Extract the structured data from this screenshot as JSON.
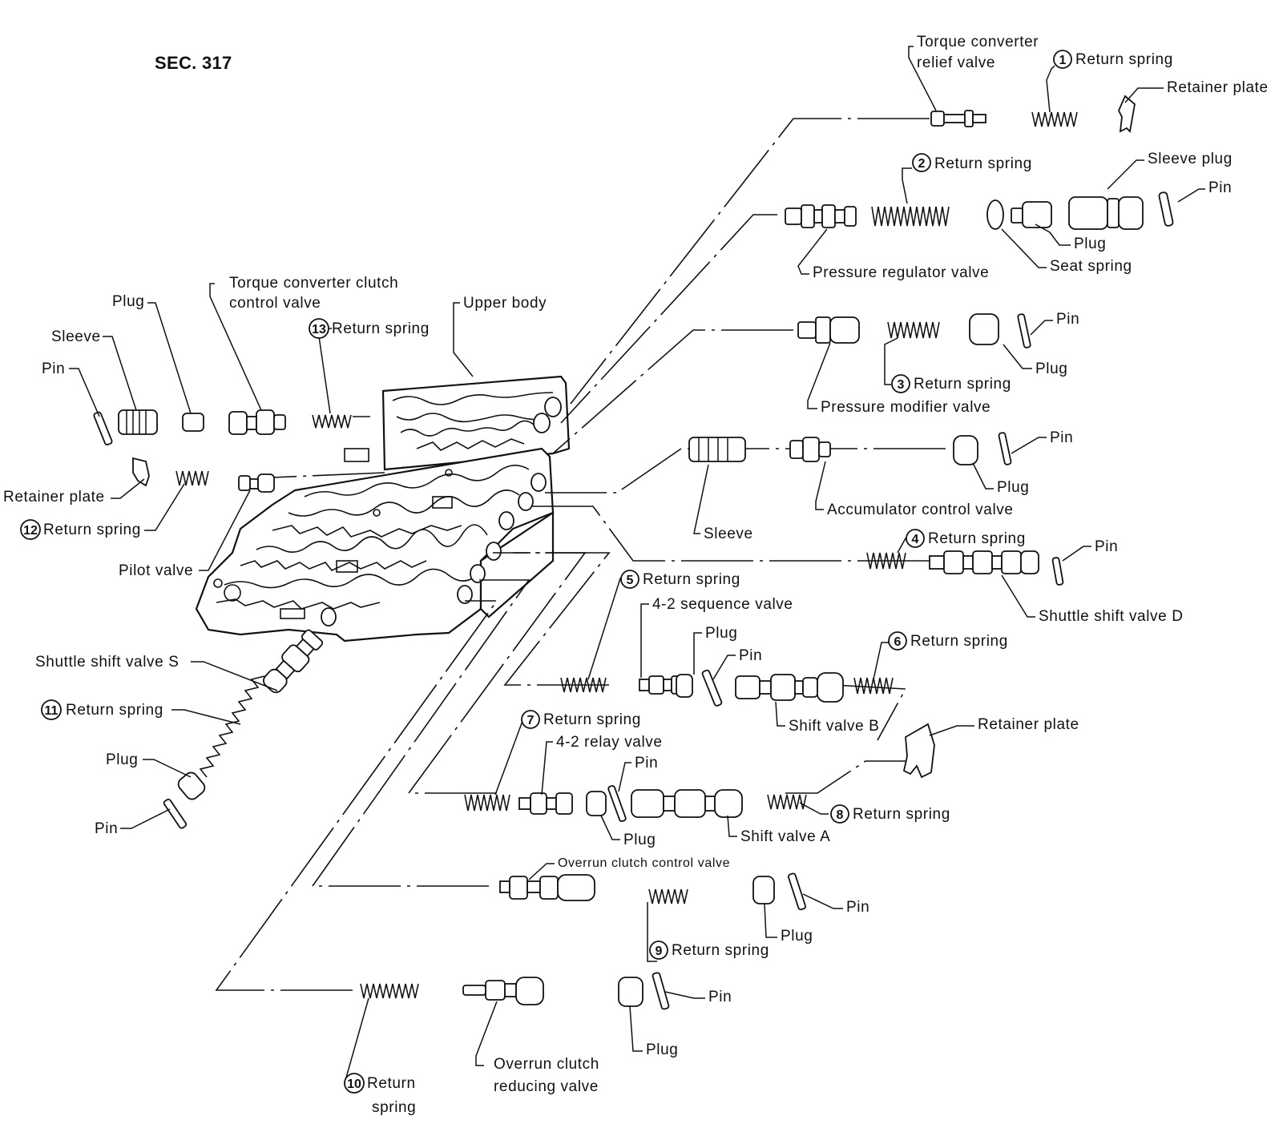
{
  "section": "SEC. 317",
  "labels": {
    "tc_relief_1": "Torque converter",
    "tc_relief_2": "relief valve",
    "rs1": "Return spring",
    "retainer_top": "Retainer plate",
    "rs2": "Return spring",
    "sleeve_plug": "Sleeve plug",
    "pin_top": "Pin",
    "plug_pr": "Plug",
    "seat_spring": "Seat spring",
    "pressure_regulator": "Pressure regulator valve",
    "pin_pm": "Pin",
    "plug_pm": "Plug",
    "rs3": "Return spring",
    "pressure_modifier": "Pressure modifier valve",
    "pin_acc": "Pin",
    "plug_acc": "Plug",
    "accumulator": "Accumulator control valve",
    "sleeve_acc": "Sleeve",
    "rs4": "Return spring",
    "pin_d": "Pin",
    "shuttle_d": "Shuttle shift valve D",
    "rs5": "Return spring",
    "seq_valve": "4-2 sequence valve",
    "plug_seq": "Plug",
    "pin_seq": "Pin",
    "rs6": "Return spring",
    "shift_b": "Shift valve B",
    "rs7": "Return spring",
    "relay": "4-2 relay valve",
    "pin_relay": "Pin",
    "retainer_mid": "Retainer plate",
    "rs8": "Return spring",
    "plug_relay": "Plug",
    "shift_a": "Shift valve A",
    "overrun_control": "Overrun clutch control valve",
    "pin_ov": "Pin",
    "plug_ov": "Plug",
    "rs9": "Return spring",
    "pin_red": "Pin",
    "plug_red": "Plug",
    "overrun_red_1": "Overrun clutch",
    "overrun_red_2": "reducing valve",
    "rs10_1": "Return",
    "rs10_2": "spring",
    "tcc_1": "Torque converter clutch",
    "tcc_2": "control valve",
    "upper_body": "Upper body",
    "plug_left": "Plug",
    "sleeve_left": "Sleeve",
    "pin_left": "Pin",
    "rs13": "Return spring",
    "retainer_left": "Retainer plate",
    "rs12": "Return spring",
    "pilot": "Pilot valve",
    "shuttle_s": "Shuttle shift valve S",
    "rs11": "Return spring",
    "plug_s": "Plug",
    "pin_s": "Pin"
  },
  "numbers": {
    "n1": "1",
    "n2": "2",
    "n3": "3",
    "n4": "4",
    "n5": "5",
    "n6": "6",
    "n7": "7",
    "n8": "8",
    "n9": "9",
    "n10": "10",
    "n11": "11",
    "n12": "12",
    "n13": "13"
  }
}
